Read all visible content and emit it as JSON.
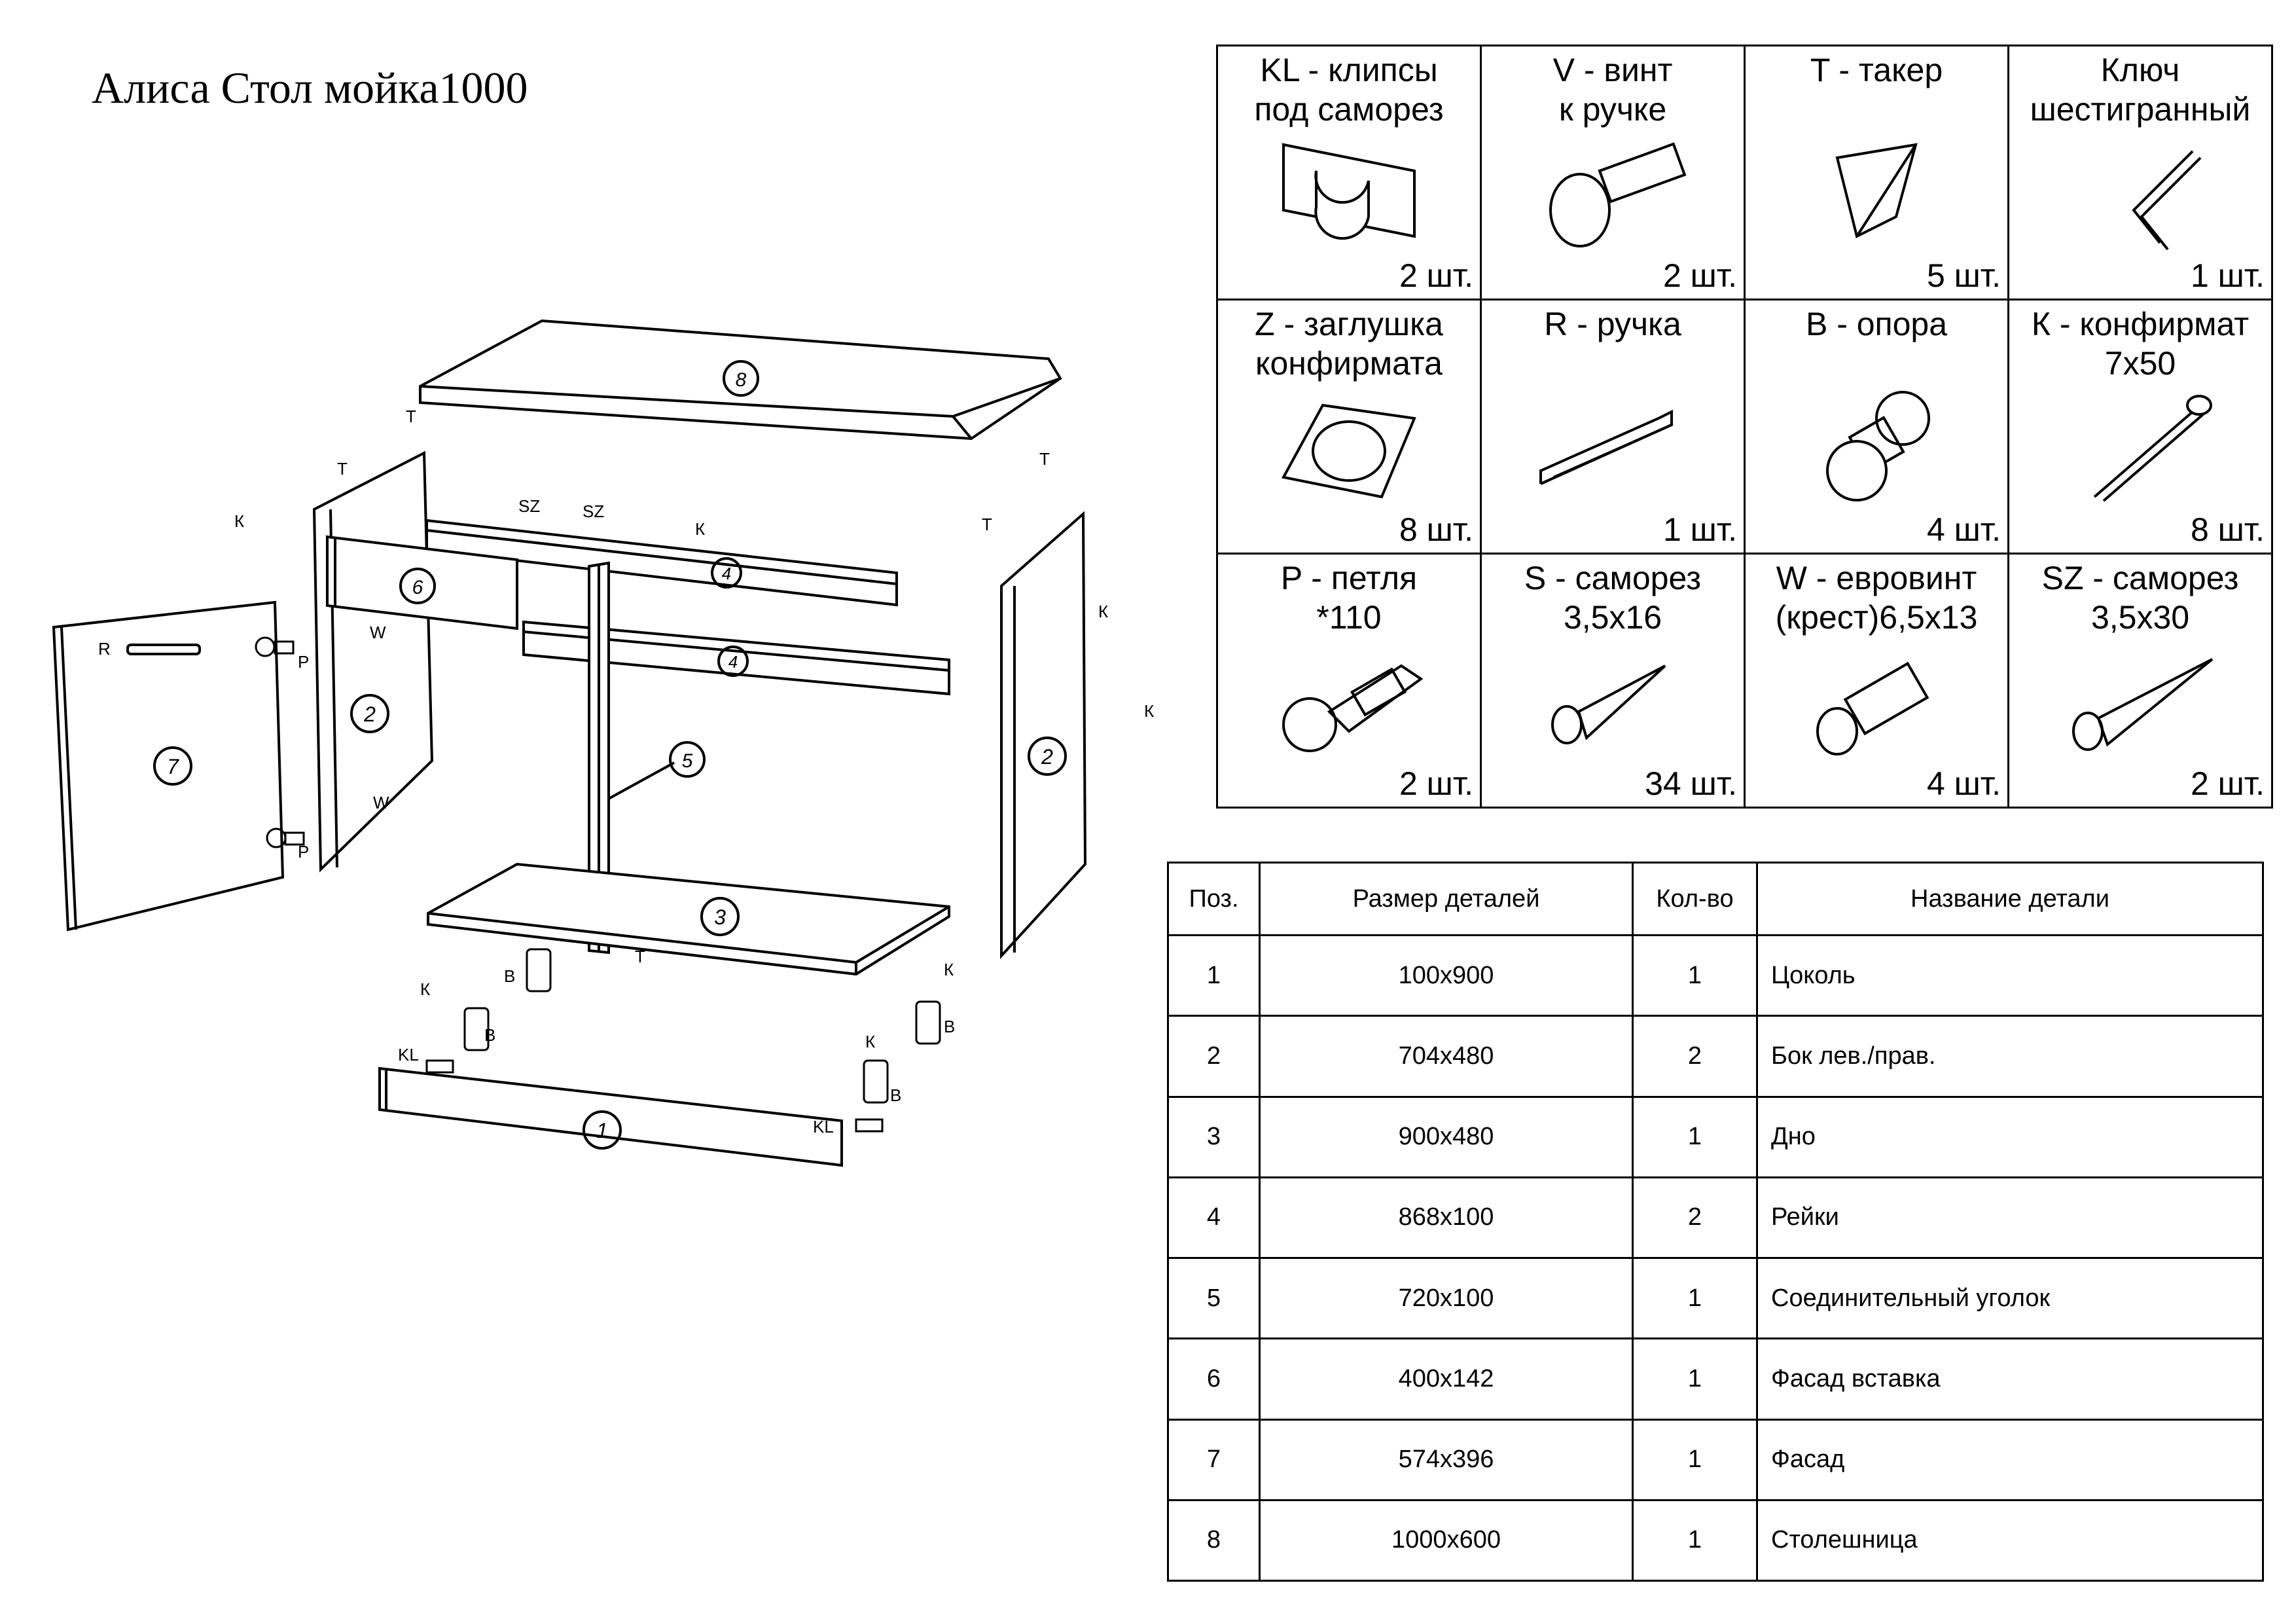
{
  "title": "Алиса Стол мойка1000",
  "hardware": [
    {
      "name": "KL - клипсы\nпод саморез",
      "qty": "2 шт.",
      "icon": "clip-icon"
    },
    {
      "name": "V - винт\nк ручке",
      "qty": "2 шт.",
      "icon": "screw-icon"
    },
    {
      "name": "T - такер",
      "qty": "5 шт.",
      "icon": "tacker-icon"
    },
    {
      "name": "Ключ\nшестигранный",
      "qty": "1 шт.",
      "icon": "hex-key-icon"
    },
    {
      "name": "Z - заглушка\nконфирмата",
      "qty": "8 шт.",
      "icon": "cap-icon"
    },
    {
      "name": "R - ручка",
      "qty": "1 шт.",
      "icon": "handle-icon"
    },
    {
      "name": "B - опора",
      "qty": "4 шт.",
      "icon": "leg-icon"
    },
    {
      "name": "К - конфирмат\n7х50",
      "qty": "8 шт.",
      "icon": "confirmat-icon"
    },
    {
      "name": "P - петля\n*110",
      "qty": "2 шт.",
      "icon": "hinge-icon"
    },
    {
      "name": "S - саморез\n3,5х16",
      "qty": "34 шт.",
      "icon": "wood-screw-icon"
    },
    {
      "name": "W - евровинт\n(крест)6,5х13",
      "qty": "4 шт.",
      "icon": "euro-screw-icon"
    },
    {
      "name": "SZ - саморез\n3,5х30",
      "qty": "2 шт.",
      "icon": "long-screw-icon"
    }
  ],
  "parts_table": {
    "headers": [
      "Поз.",
      "Размер деталей",
      "Кол-во",
      "Название детали"
    ],
    "rows": [
      [
        "1",
        "100х900",
        "1",
        "Цоколь"
      ],
      [
        "2",
        "704х480",
        "2",
        "Бок лев./прав."
      ],
      [
        "3",
        "900х480",
        "1",
        "Дно"
      ],
      [
        "4",
        "868х100",
        "2",
        "Рейки"
      ],
      [
        "5",
        "720х100",
        "1",
        "Соединительный уголок"
      ],
      [
        "6",
        "400х142",
        "1",
        "Фасад вставка"
      ],
      [
        "7",
        "574х396",
        "1",
        "Фасад"
      ],
      [
        "8",
        "1000х600",
        "1",
        "Столешница"
      ]
    ]
  },
  "diagram": {
    "part_numbers": [
      "8",
      "6",
      "4",
      "4",
      "2",
      "2",
      "7",
      "5",
      "3",
      "1"
    ],
    "labels": {
      "t": "T",
      "k": "К",
      "sz": "SZ",
      "w": "W",
      "p": "P",
      "r": "R",
      "b": "B",
      "kl": "KL"
    }
  }
}
